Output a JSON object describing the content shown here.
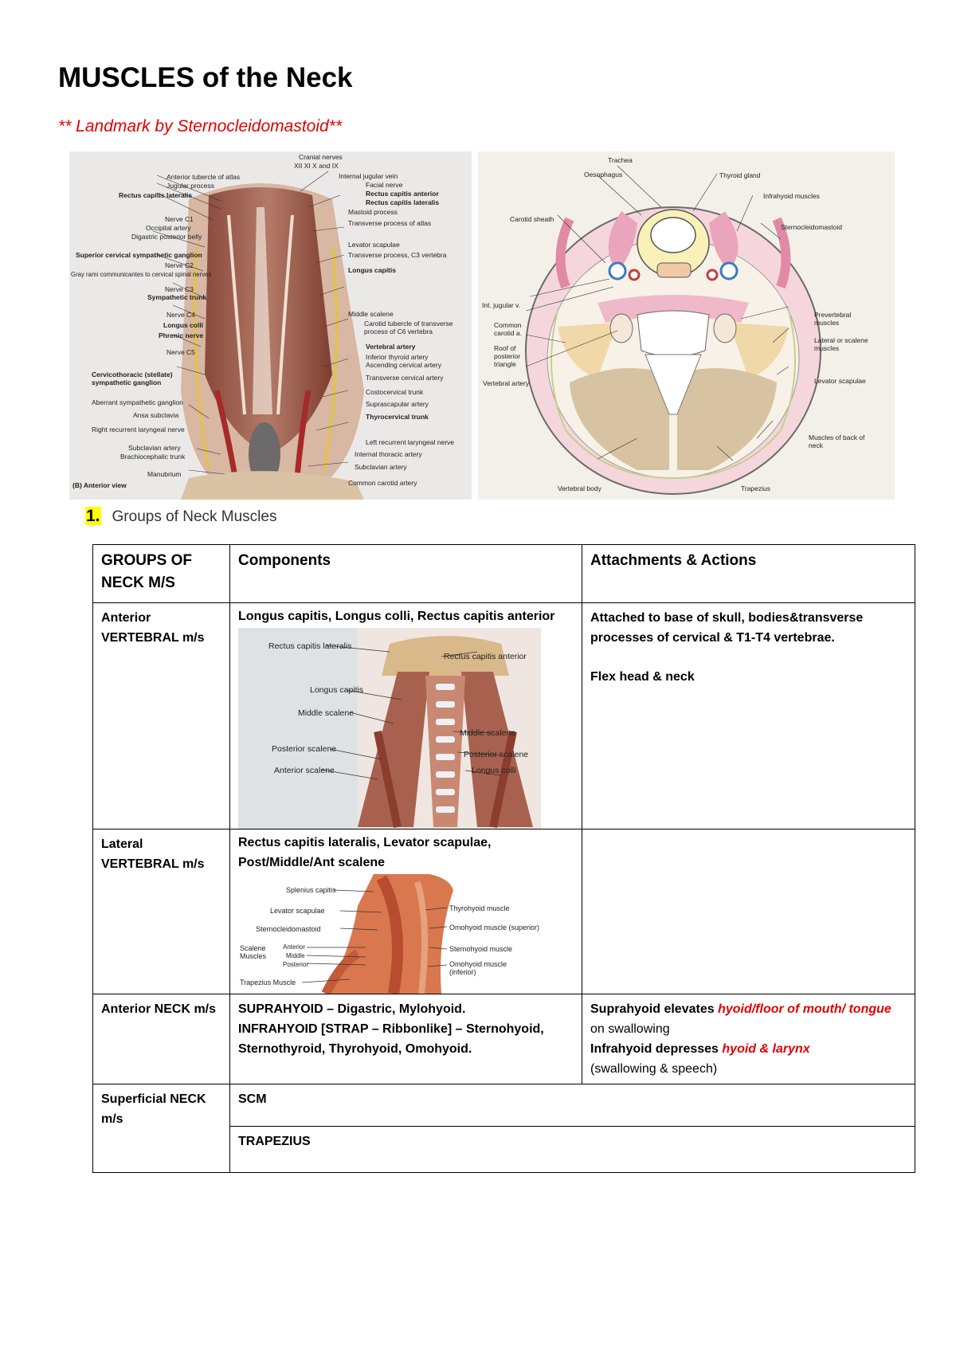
{
  "title": "MUSCLES of the Neck",
  "subtitle": "** Landmark by Sternocleidomastoid**",
  "figure_left": {
    "labels_left": [
      "Anterior tubercle of atlas",
      "Jugular process",
      "Rectus capitis lateralis",
      "Nerve C1",
      "Occipital artery",
      "Digastric posterior belly",
      "Superior cervical sympathetic ganglion",
      "Nerve C2",
      "Gray rami communicantes to cervical spinal nerves",
      "Nerve C3",
      "Sympathetic trunk",
      "Nerve C4",
      "Longus colli",
      "Phrenic nerve",
      "Nerve C5",
      "Cervicothoracic (stellate) sympathetic ganglion",
      "Aberrant sympathetic ganglion",
      "Ansa subclavia",
      "Right recurrent laryngeal nerve",
      "Subclavian artery",
      "Brachiocephalic trunk",
      "Manubrium",
      "(B) Anterior view"
    ],
    "labels_right": [
      "Cranial nerves",
      "XII  XI  X and IX",
      "Internal jugular vein",
      "Facial nerve",
      "Rectus capitis anterior",
      "Rectus capitis lateralis",
      "Mastoid process",
      "Transverse process of atlas",
      "Levator scapulae",
      "Transverse process, C3 vertebra",
      "Longus capitis",
      "Middle scalene",
      "Carotid tubercle of transverse process of C6 vertebra",
      "Vertebral artery",
      "Inferior thyroid artery",
      "Ascending cervical artery",
      "Transverse cervical artery",
      "Costocervical trunk",
      "Suprascapular artery",
      "Thyrocervical trunk",
      "Left recurrent laryngeal nerve",
      "Internal thoracic artery",
      "Subclavian artery",
      "Common carotid artery"
    ]
  },
  "figure_right": {
    "labels": [
      "Trachea",
      "Oesophagus",
      "Thyroid gland",
      "Infrahyoid muscles",
      "Sternocleidomastoid",
      "Carotid sheath",
      "Int. jugular v.",
      "Common carotid a.",
      "Roof of posterior triangle",
      "Vertebral artery",
      "Prevertebral muscles",
      "Lateral or scalene muscles",
      "Levator scapulae",
      "Muscles of back of neck",
      "Vertebral body",
      "Trapezius"
    ]
  },
  "section": {
    "number": "1.",
    "label": "Groups of Neck Muscles"
  },
  "table": {
    "headers": [
      "GROUPS OF NECK M/S",
      "Components",
      "Attachments & Actions"
    ],
    "row1": {
      "group": "Anterior VERTEBRAL m/s",
      "components": "Longus capitis, Longus colli, Rectus capitis anterior",
      "attach1": "Attached to base of skull, bodies&transverse processes of cervical & T1-T4 vertebrae.",
      "attach2": "Flex head & neck",
      "img_labels": [
        "Rectus capitis lateralis",
        "Rectus capitis anterior",
        "Longus capitis",
        "Middle scalene",
        "Middle scalene",
        "Posterior scalene",
        "Posterior scalene",
        "Anterior scalene",
        "Longus colli"
      ]
    },
    "row2": {
      "group": "Lateral VERTEBRAL m/s",
      "components": "Rectus capitis lateralis, Levator scapulae, Post/Middle/Ant scalene",
      "img_labels": [
        "Splenius capitis",
        "Levator scapulae",
        "Sternocleidomastoid",
        "Scalene Muscles",
        "Anterior",
        "Middle",
        "Posterior",
        "Trapezius Muscle",
        "Thyrohyoid muscle",
        "Omohyoid muscle (superior)",
        "Sternohyoid muscle",
        "Omohyoid muscle (inferior)"
      ]
    },
    "row3": {
      "group": "Anterior NECK m/s",
      "comp1": "SUPRAHYOID – Digastric, Mylohyoid.",
      "comp2": "INFRAHYOID [STRAP – Ribbonlike] – Sternohyoid, Sternothyroid, Thyrohyoid, Omohyoid.",
      "a_pre": "Suprahyoid elevates ",
      "a_red1": "hyoid/floor of mouth/ tongue",
      "a_mid": " on swallowing",
      "a_pre2": "Infrahyoid depresses ",
      "a_red2": "hyoid & larynx",
      "a_end": "(swallowing & speech)"
    },
    "row4": {
      "group": "Superficial NECK m/s",
      "comp1": "SCM",
      "comp2": "TRAPEZIUS"
    }
  }
}
